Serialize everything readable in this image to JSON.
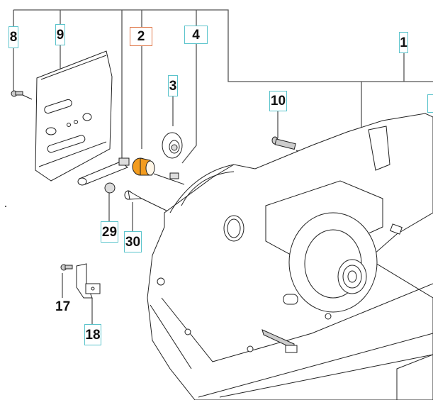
{
  "diagram": {
    "title": "Crankcase exploded parts view",
    "highlight_color": "#f39c1e",
    "callout_border_color": "#5bc4cc",
    "selected_callout_border_color": "#e07a4c",
    "selected_part": "2",
    "callouts": [
      {
        "id": "8",
        "label": "8",
        "boxed": true,
        "selected": false
      },
      {
        "id": "9",
        "label": "9",
        "boxed": true,
        "selected": false
      },
      {
        "id": "2",
        "label": "2",
        "boxed": true,
        "selected": true
      },
      {
        "id": "4",
        "label": "4",
        "boxed": true,
        "selected": false
      },
      {
        "id": "1",
        "label": "1",
        "boxed": true,
        "selected": false
      },
      {
        "id": "3",
        "label": "3",
        "boxed": true,
        "selected": false
      },
      {
        "id": "10",
        "label": "10",
        "boxed": true,
        "selected": false
      },
      {
        "id": "29",
        "label": "29",
        "boxed": true,
        "selected": false
      },
      {
        "id": "30",
        "label": "30",
        "boxed": true,
        "selected": false
      },
      {
        "id": "17",
        "label": "17",
        "boxed": false,
        "selected": false
      },
      {
        "id": "18",
        "label": "18",
        "boxed": true,
        "selected": false
      },
      {
        "id": "partial",
        "label": "",
        "boxed": true,
        "selected": false
      }
    ],
    "parts": [
      {
        "id": "1",
        "name": "crankcase"
      },
      {
        "id": "2",
        "name": "bushing"
      },
      {
        "id": "3",
        "name": "pulley-wheel"
      },
      {
        "id": "4",
        "name": "small-bolt"
      },
      {
        "id": "8",
        "name": "screw"
      },
      {
        "id": "9",
        "name": "guide-plate"
      },
      {
        "id": "10",
        "name": "bolt"
      },
      {
        "id": "17",
        "name": "screw"
      },
      {
        "id": "18",
        "name": "bracket"
      },
      {
        "id": "29",
        "name": "nut"
      },
      {
        "id": "30",
        "name": "pin"
      }
    ]
  }
}
